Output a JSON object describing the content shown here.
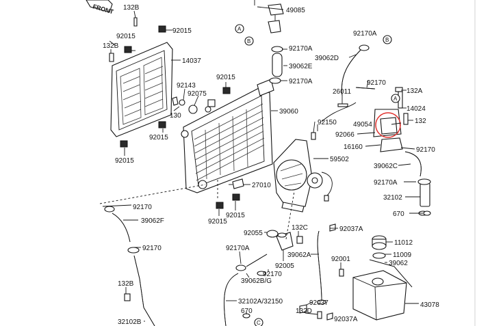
{
  "front_marker": "FRONT",
  "ref_letters": [
    "A",
    "B",
    "B",
    "A",
    "C"
  ],
  "colors": {
    "ink": "#111111",
    "background": "#ffffff",
    "highlight": "#e0312d"
  },
  "labels": [
    {
      "id": "l0",
      "text": "132B"
    },
    {
      "id": "l1",
      "text": "49085"
    },
    {
      "id": "l2",
      "text": "92015"
    },
    {
      "id": "l3",
      "text": "92015"
    },
    {
      "id": "l4",
      "text": "132B"
    },
    {
      "id": "l5",
      "text": "14037"
    },
    {
      "id": "l6",
      "text": "92170A"
    },
    {
      "id": "l7",
      "text": "92170A"
    },
    {
      "id": "l8",
      "text": "39062D"
    },
    {
      "id": "l9",
      "text": "39062E"
    },
    {
      "id": "l10",
      "text": "92015"
    },
    {
      "id": "l11",
      "text": "92170A"
    },
    {
      "id": "l12",
      "text": "92170"
    },
    {
      "id": "l13",
      "text": "132A"
    },
    {
      "id": "l14",
      "text": "92143"
    },
    {
      "id": "l15",
      "text": "92075"
    },
    {
      "id": "l16",
      "text": "26011"
    },
    {
      "id": "l17",
      "text": "14024"
    },
    {
      "id": "l18",
      "text": "39060"
    },
    {
      "id": "l19",
      "text": "130"
    },
    {
      "id": "l20",
      "text": "49054"
    },
    {
      "id": "l21",
      "text": "132"
    },
    {
      "id": "l22",
      "text": "92150"
    },
    {
      "id": "l23",
      "text": "92066"
    },
    {
      "id": "l24",
      "text": "92015"
    },
    {
      "id": "l25",
      "text": "16160"
    },
    {
      "id": "l26",
      "text": "92170"
    },
    {
      "id": "l27",
      "text": "92015"
    },
    {
      "id": "l28",
      "text": "59502"
    },
    {
      "id": "l29",
      "text": "39062C"
    },
    {
      "id": "l30",
      "text": "27010"
    },
    {
      "id": "l31",
      "text": "92170A"
    },
    {
      "id": "l32",
      "text": "32102"
    },
    {
      "id": "l33",
      "text": "92170"
    },
    {
      "id": "l34",
      "text": "39062F"
    },
    {
      "id": "l35",
      "text": "92015"
    },
    {
      "id": "l36",
      "text": "92015"
    },
    {
      "id": "l37",
      "text": "670"
    },
    {
      "id": "l38",
      "text": "132C"
    },
    {
      "id": "l39",
      "text": "92037A"
    },
    {
      "id": "l40",
      "text": "92055"
    },
    {
      "id": "l41",
      "text": "11012"
    },
    {
      "id": "l42",
      "text": "92170A"
    },
    {
      "id": "l43",
      "text": "92170"
    },
    {
      "id": "l44",
      "text": "39062A"
    },
    {
      "id": "l45",
      "text": "11009"
    },
    {
      "id": "l46",
      "text": "92001"
    },
    {
      "id": "l47",
      "text": "39062"
    },
    {
      "id": "l48",
      "text": "92005"
    },
    {
      "id": "l49",
      "text": "132B"
    },
    {
      "id": "l50",
      "text": "92170"
    },
    {
      "id": "l51",
      "text": "39062B/G"
    },
    {
      "id": "l52",
      "text": "32102A/32150"
    },
    {
      "id": "l53",
      "text": "92037"
    },
    {
      "id": "l54",
      "text": "43078"
    },
    {
      "id": "l55",
      "text": "670"
    },
    {
      "id": "l56",
      "text": "132D"
    },
    {
      "id": "l57",
      "text": "32102B"
    },
    {
      "id": "l58",
      "text": "92037A"
    }
  ]
}
